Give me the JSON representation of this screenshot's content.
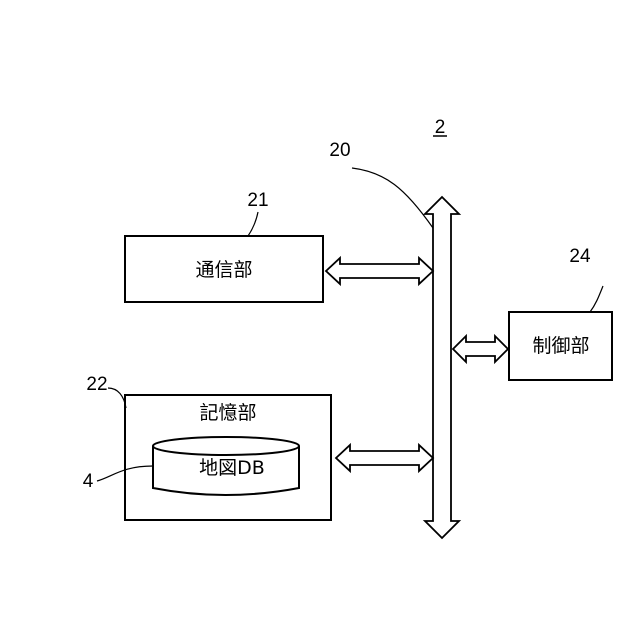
{
  "figure": {
    "number": "2",
    "bus": {
      "ref": "20"
    },
    "communication_unit": {
      "ref": "21",
      "label": "通信部"
    },
    "storage_unit": {
      "ref": "22",
      "label": "記憶部"
    },
    "map_db": {
      "ref": "4",
      "label": "地図DB"
    },
    "control_unit": {
      "ref": "24",
      "label": "制御部"
    }
  }
}
